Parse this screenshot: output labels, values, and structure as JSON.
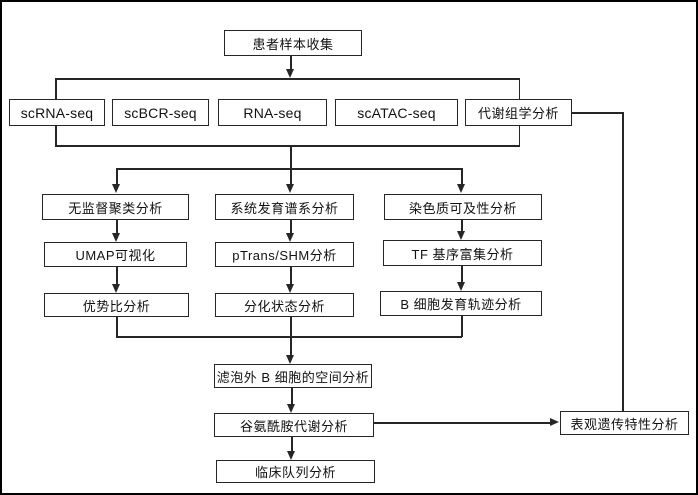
{
  "diagram": {
    "title": "B cell multi-omics analysis workflow flowchart",
    "line_color": "#262626",
    "background_color": "#ffffff",
    "nodes": {
      "patient": {
        "label": "患者样本收集"
      },
      "scrna": {
        "label": "scRNA-seq"
      },
      "scbcr": {
        "label": "scBCR-seq"
      },
      "rnaseq": {
        "label": "RNA-seq"
      },
      "scatac": {
        "label": "scATAC-seq"
      },
      "metabolomics": {
        "label": "代谢组学分析"
      },
      "clustering": {
        "label": "无监督聚类分析"
      },
      "phylogeny": {
        "label": "系统发育谱系分析"
      },
      "chromatin": {
        "label": "染色质可及性分析"
      },
      "umap": {
        "label": "UMAP可视化"
      },
      "ptrans": {
        "label": "pTrans/SHM分析"
      },
      "tf_motif": {
        "label": "TF 基序富集分析"
      },
      "odds_ratio": {
        "label": "优势比分析"
      },
      "diff_state": {
        "label": "分化状态分析"
      },
      "bcell_traj": {
        "label": "B 细胞发育轨迹分析"
      },
      "spatial": {
        "label": "滤泡外 B 细胞的空间分析"
      },
      "glutamine": {
        "label": "谷氨酰胺代谢分析"
      },
      "clinical": {
        "label": "临床队列分析"
      },
      "epigenetic": {
        "label": "表观遗传特性分析"
      }
    }
  }
}
